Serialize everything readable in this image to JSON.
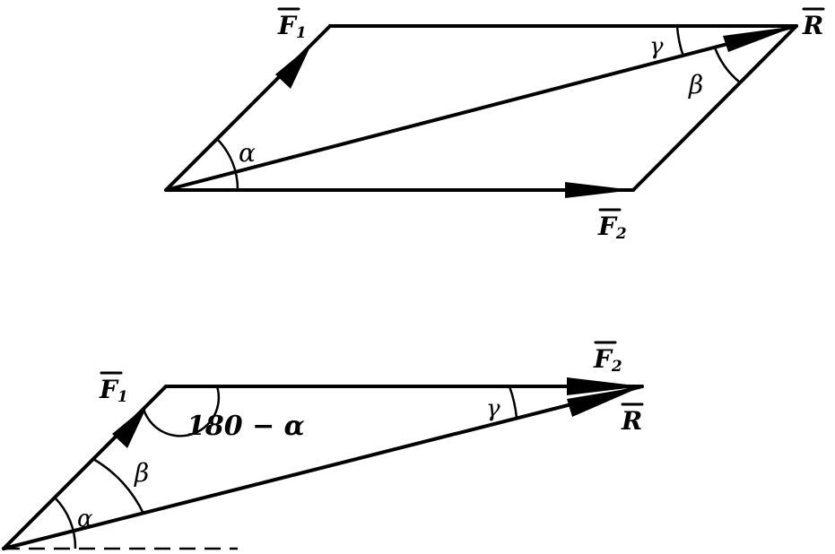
{
  "top_diagram": {
    "labels": {
      "f1": "F",
      "f1_sub": "1",
      "f2": "F",
      "f2_sub": "2",
      "r": "R",
      "alpha": "α",
      "beta": "β",
      "gamma": "γ"
    }
  },
  "bottom_diagram": {
    "labels": {
      "f1": "F",
      "f1_sub": "1",
      "f2": "F",
      "f2_sub": "2",
      "r": "R",
      "alpha": "α",
      "beta": "β",
      "gamma": "γ",
      "supplement": "180 − α"
    }
  }
}
